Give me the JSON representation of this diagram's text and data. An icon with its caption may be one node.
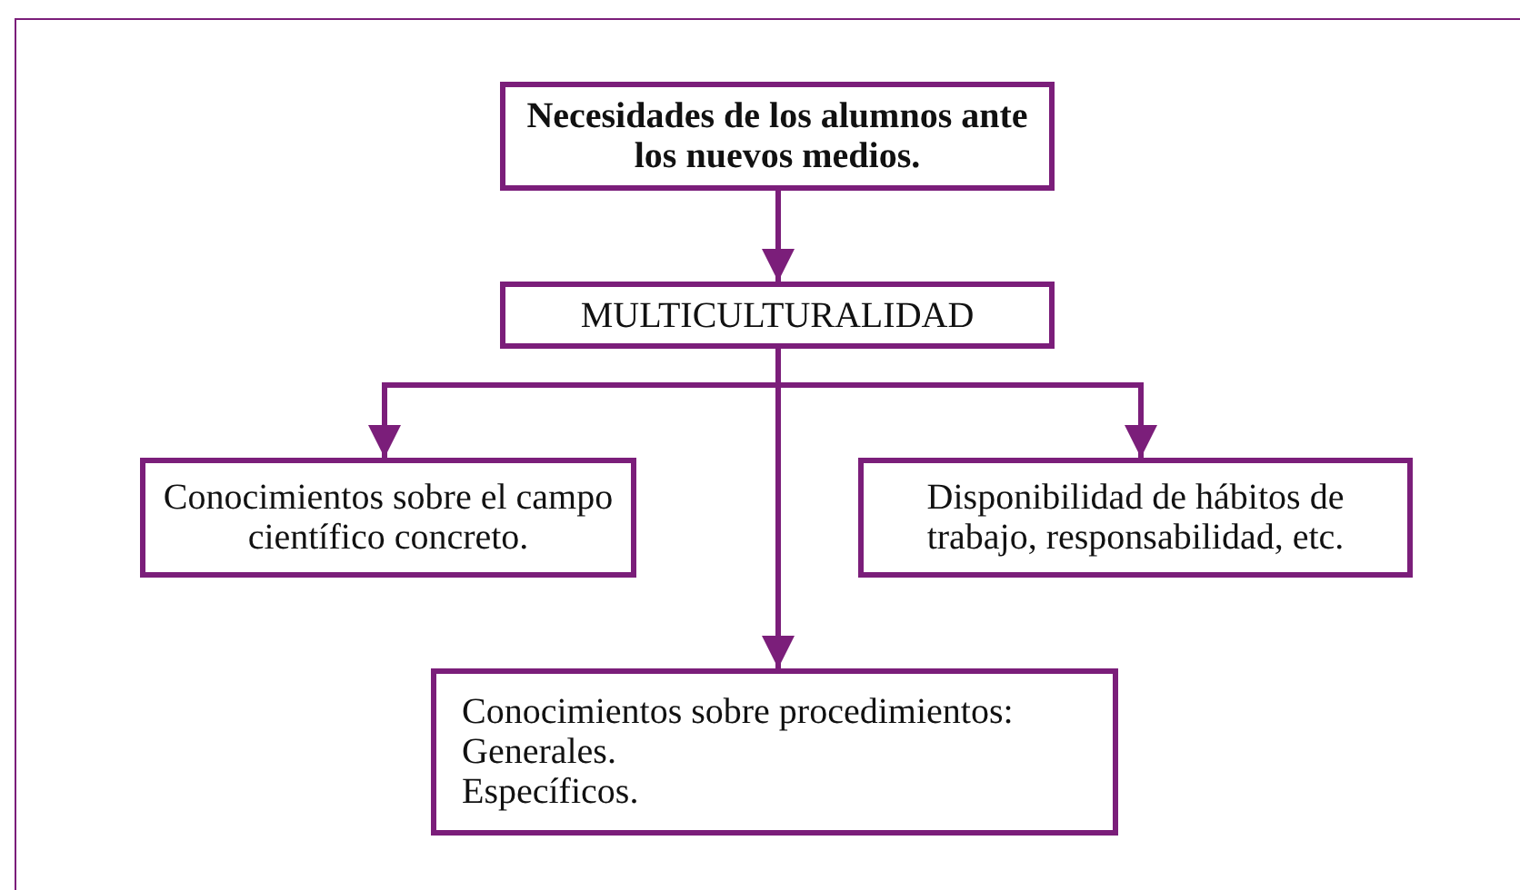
{
  "diagram": {
    "nodes": [
      {
        "text": [
          "Necesidades de los alumnos ante los nuevos medios."
        ]
      },
      {
        "text": [
          "MULTICULTURALIDAD"
        ]
      },
      {
        "text": [
          "Conocimientos sobre el campo científico concreto."
        ]
      },
      {
        "text": [
          "Disponibilidad de hábitos de trabajo, responsabilidad, etc."
        ]
      },
      {
        "text": [
          "Conocimientos sobre procedimientos:",
          "Generales.",
          "Específicos."
        ]
      }
    ],
    "edges": [
      {
        "from": 0,
        "to": 1,
        "arrow": "to"
      },
      {
        "from": 1,
        "to": 2,
        "arrow": "to"
      },
      {
        "from": 1,
        "to": 3,
        "arrow": "to"
      },
      {
        "from": 1,
        "to": 4,
        "arrow": "to"
      }
    ]
  }
}
